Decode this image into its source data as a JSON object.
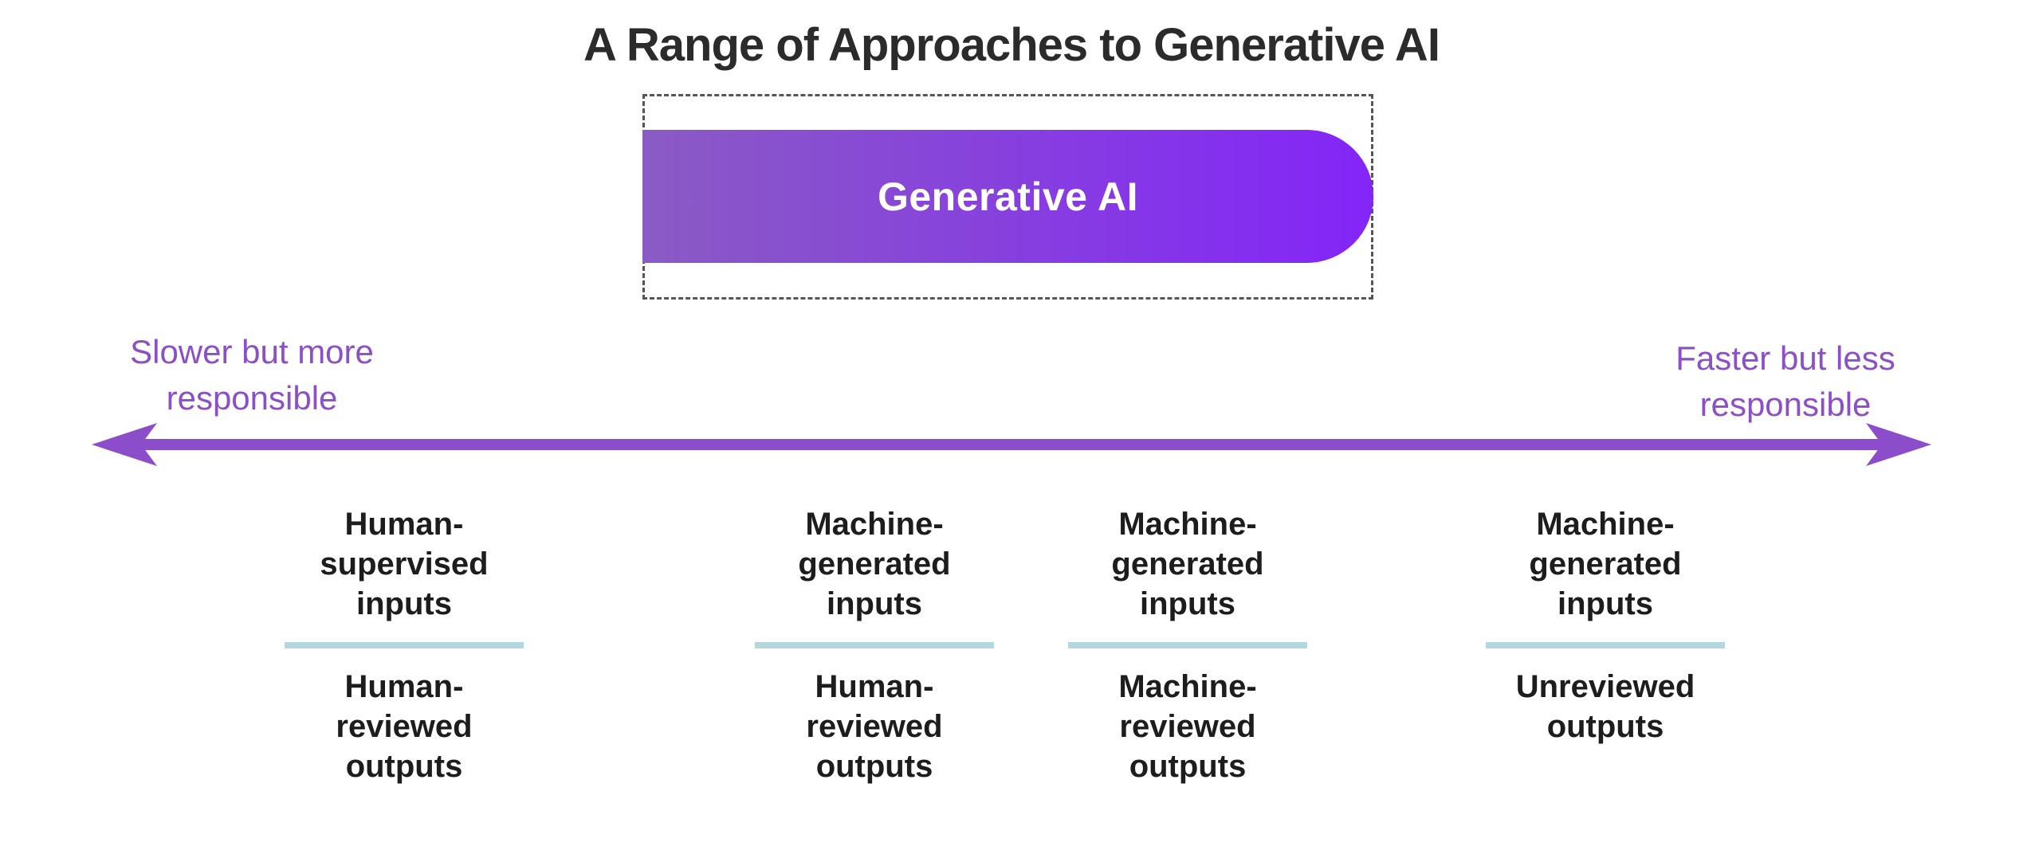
{
  "title": "A Range of Approaches to Generative AI",
  "banner": {
    "label": "Generative AI"
  },
  "axis": {
    "left_label": "Slower but more\nresponsible",
    "right_label": "Faster but less\nresponsible"
  },
  "columns": [
    {
      "inputs": "Human-\nsupervised\ninputs",
      "outputs": "Human-\nreviewed\noutputs"
    },
    {
      "inputs": "Machine-\ngenerated\ninputs",
      "outputs": "Human-\nreviewed\noutputs"
    },
    {
      "inputs": "Machine-\ngenerated\ninputs",
      "outputs": "Machine-\nreviewed\noutputs"
    },
    {
      "inputs": "Machine-\ngenerated\ninputs",
      "outputs": "Unreviewed\noutputs"
    }
  ],
  "colors": {
    "title_text": "#2b2b2b",
    "body_text": "#1d1d1d",
    "accent_purple": "#8b4fc8",
    "arrow_purple": "#8b4dca",
    "pill_gradient_start": "#8a5bc4",
    "pill_gradient_end": "#8325f8",
    "divider_blue": "#b2d8de",
    "dash_gray": "#565656",
    "background": "#ffffff"
  }
}
